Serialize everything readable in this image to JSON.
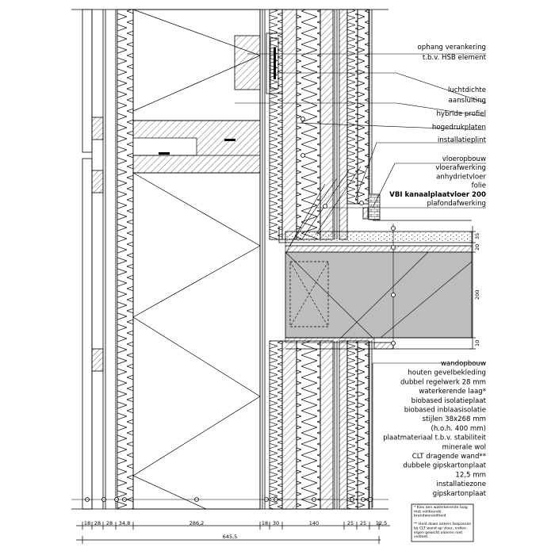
{
  "labels_upper": [
    "ophang verankering",
    "t.b.v. HSB element",
    "luchtdichte",
    "aansluiting",
    "hybride profiel",
    "hogedrukplaten",
    "installatieplint"
  ],
  "labels_floor": [
    {
      "text": "vloeropbouw",
      "bold": false
    },
    {
      "text": "vloerafwerking",
      "bold": false
    },
    {
      "text": "anhydrietvloer",
      "bold": false
    },
    {
      "text": "folie",
      "bold": false
    },
    {
      "text": "VBI kanaalplaatvloer 200",
      "bold": true
    },
    {
      "text": "plafondafwerking",
      "bold": false
    }
  ],
  "labels_wall": [
    "wandopbouw",
    "houten gevelbekleding",
    "dubbel regelwerk 28 mm",
    "waterkerende laag*",
    "biobased isolatieplaat",
    "biobased inblaasisolatie",
    "stijlen 38x268 mm",
    "(h.o.h. 400 mm)",
    "plaatmateriaal t.b.v. stabiliteit",
    "minerale wol",
    "CLT dragende wand**",
    "dubbele gipskartonplaat",
    "12,5 mm",
    "installatiezone",
    "gipskartonplaat"
  ],
  "note_lines": [
    "* Kies een waterkerende laag",
    "met voldoende",
    "brandwerendheid",
    "",
    "** Hold down ankers toepassen",
    "bij CLT wand op vloer, indien",
    "eigen gewicht vloeren niet",
    "voldoet."
  ],
  "dims_bottom": [
    "18",
    "28",
    "28",
    "34,8",
    "286,2",
    "18",
    "30",
    "140",
    "25",
    "25",
    "12,5"
  ],
  "dim_total": "645,5",
  "dims_right": [
    "35",
    "20",
    "200",
    "10"
  ]
}
